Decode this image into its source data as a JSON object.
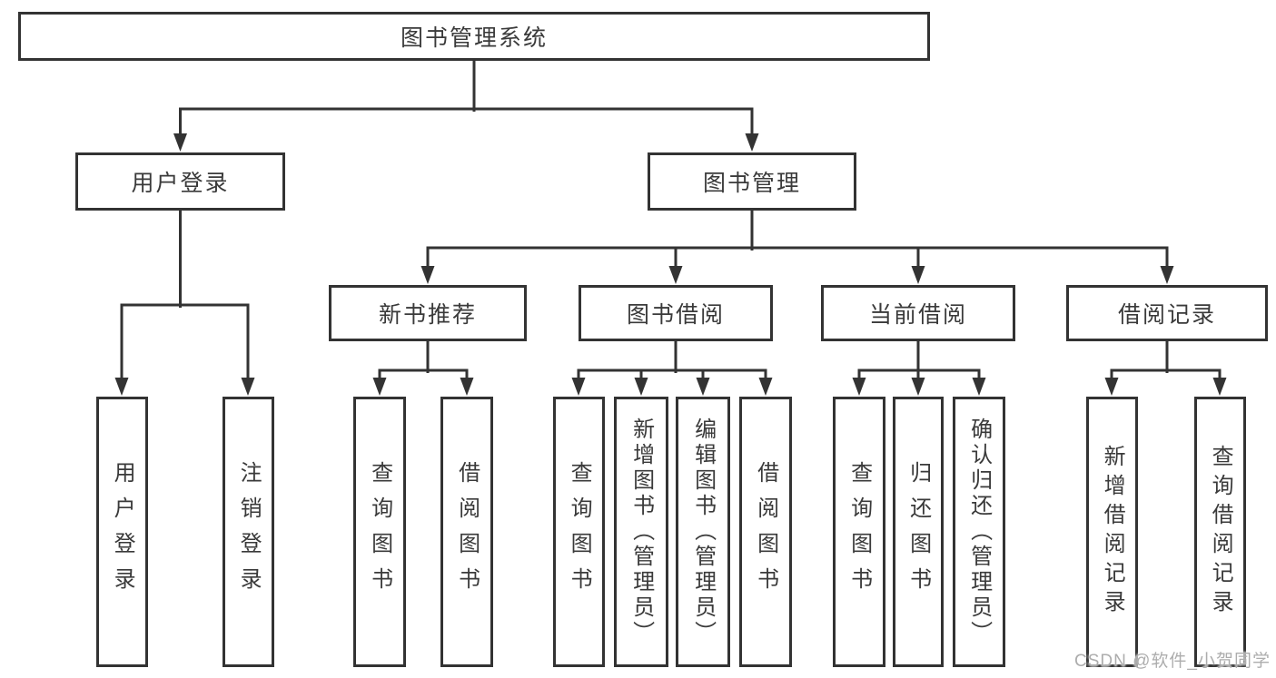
{
  "diagram": {
    "root": {
      "label": "图书管理系统"
    },
    "branches": [
      {
        "label": "用户登录",
        "children": [
          {
            "label": "用户登录"
          },
          {
            "label": "注销登录"
          }
        ]
      },
      {
        "label": "图书管理",
        "children": [
          {
            "label": "新书推荐",
            "children": [
              {
                "label": "查询图书"
              },
              {
                "label": "借阅图书"
              }
            ]
          },
          {
            "label": "图书借阅",
            "children": [
              {
                "label": "查询图书"
              },
              {
                "label": "新增图书（管理员）"
              },
              {
                "label": "编辑图书（管理员）"
              },
              {
                "label": "借阅图书"
              }
            ]
          },
          {
            "label": "当前借阅",
            "children": [
              {
                "label": "查询图书"
              },
              {
                "label": "归还图书"
              },
              {
                "label": "确认归还（管理员）"
              }
            ]
          },
          {
            "label": "借阅记录",
            "children": [
              {
                "label": "新增借阅记录"
              },
              {
                "label": "查询借阅记录"
              }
            ]
          }
        ]
      }
    ]
  },
  "watermark": {
    "text": "CSDN @软件_小贺同学"
  },
  "colors": {
    "line": "#333333",
    "border": "#333333",
    "text": "#3a3a3a",
    "background": "#ffffff",
    "watermark": "#adadad"
  }
}
